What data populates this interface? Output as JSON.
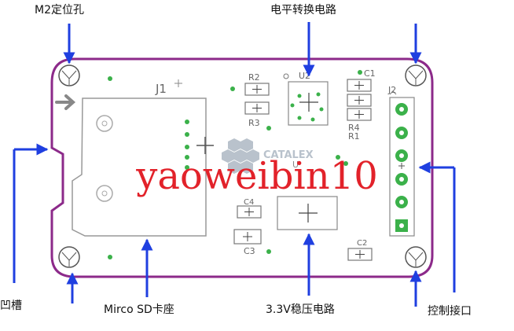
{
  "annotations": {
    "m2_hole": "M2定位孔",
    "level_shifter": "电平转换电路",
    "groove": "凹槽",
    "sd_slot": "Mirco SD卡座",
    "regulator": "3.3V稳压电路",
    "control_port": "控制接口"
  },
  "silkscreen": {
    "j1": "J1",
    "j2": "J2",
    "r2": "R2",
    "r3": "R3",
    "r4": "R4",
    "r1": "R1",
    "u2": "U2",
    "u1": "U",
    "c1": "C1",
    "c2": "C2",
    "c3": "C3",
    "c4": "C4",
    "brand": "CATALEX"
  },
  "watermark": "yaoweibin10",
  "colors": {
    "board_outline": "#8c2a8a",
    "arrow": "#1f3fe0",
    "silk_dark": "#666666",
    "pad_green": "#3bb14a",
    "watermark": "#e2222a"
  }
}
